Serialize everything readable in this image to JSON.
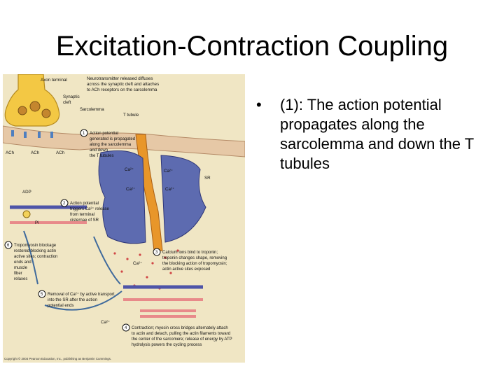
{
  "slide": {
    "title": "Excitation-Contraction Coupling",
    "bullets": [
      {
        "marker": "•",
        "text": "(1): The action potential propagates along the sarcolemma and down the T tubules"
      }
    ]
  },
  "figure": {
    "labels": {
      "axon_terminal": "Axon terminal",
      "neurotransmitter": [
        "Neurotransmitter released diffuses",
        "across the synaptic cleft and attaches",
        "to ACh receptors on the sarcolemma"
      ],
      "synaptic_cleft": [
        "Synaptic",
        "cleft"
      ],
      "sarcolemma": "Sarcolemma",
      "t_tubule": "T tubule",
      "ach": "ACh",
      "sr": "SR",
      "ca": "Ca²⁺",
      "adp": "ADP",
      "pi": "Pi"
    },
    "steps": {
      "s1": {
        "num": "1",
        "lines": [
          "Action potential",
          "generated is propagated",
          "along the sarcolemma",
          "and down",
          "the T tubules"
        ]
      },
      "s2": {
        "num": "2",
        "lines": [
          "Action potential",
          "triggers Ca²⁺ release",
          "from terminal",
          "cisternae of SR"
        ]
      },
      "s3": {
        "num": "3",
        "lines": [
          "Calcium ions bind to troponin;",
          "troponin changes shape, removing",
          "the blocking action of tropomyosin;",
          "actin active sites exposed"
        ]
      },
      "s4": {
        "num": "4",
        "lines": [
          "Contraction; myosin cross bridges alternately attach",
          "to actin and detach, pulling the actin filaments toward",
          "the center of the sarcomere; release of energy by ATP",
          "hydrolysis powers the cycling process"
        ]
      },
      "s5": {
        "num": "5",
        "lines": [
          "Removal of Ca²⁺ by active transport",
          "into the SR after the action",
          "potential ends"
        ]
      },
      "s6": {
        "num": "6",
        "lines": [
          "Tropomyosin blockage",
          "restored blocking actin",
          "active sites; contraction",
          "ends and",
          "muscle",
          "fiber",
          "relaxes"
        ]
      }
    },
    "copyright": "Copyright © 2004 Pearson Education, Inc., publishing as Benjamin Cummings.",
    "colors": {
      "background": "#f0e6c4",
      "membrane": "#e6c8a6",
      "axon": "#f3c844",
      "sr": "#5d6bb0",
      "ttubule": "#e8962a",
      "actin": "#e88a8a",
      "myosin": "#4e54a8",
      "arrow": "#3f6a9c"
    }
  }
}
